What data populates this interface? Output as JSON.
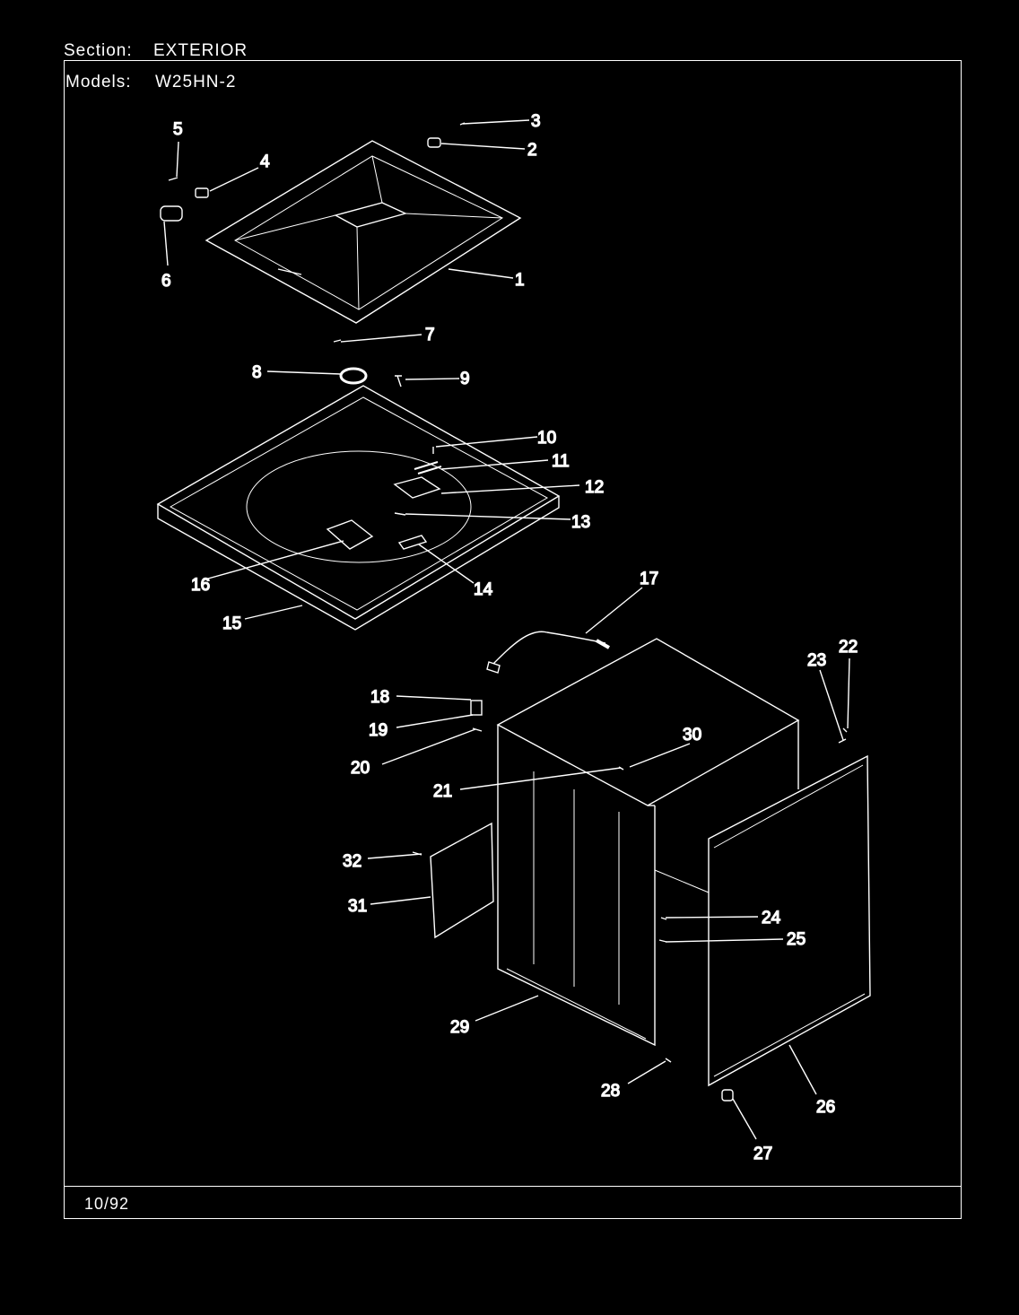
{
  "header": {
    "section_label": "Section:",
    "section_value": "EXTERIOR",
    "models_label": "Models:",
    "models_value": "W25HN-2"
  },
  "footer": {
    "date": "10/92"
  },
  "callouts": [
    "1",
    "2",
    "3",
    "4",
    "5",
    "6",
    "7",
    "8",
    "9",
    "10",
    "11",
    "12",
    "13",
    "14",
    "15",
    "16",
    "17",
    "18",
    "19",
    "20",
    "21",
    "22",
    "23",
    "24",
    "25",
    "26",
    "27",
    "28",
    "29",
    "30",
    "31",
    "32"
  ]
}
